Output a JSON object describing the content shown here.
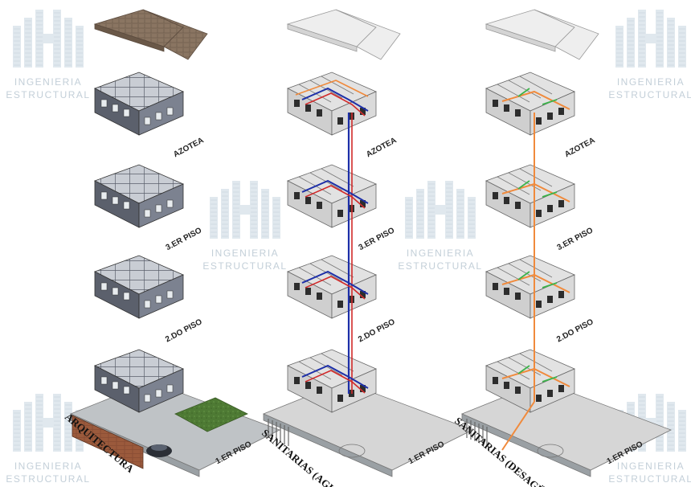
{
  "watermark": {
    "line1": "INGENIERIA",
    "line2": "ESTRUCTURAL"
  },
  "columns": [
    {
      "title": "ARQUITECTURA",
      "floors": [
        "AZOTEA",
        "3.ER PISO",
        "2.DO PISO",
        "1.ER PISO"
      ]
    },
    {
      "title": "SANITARIAS (AGUA)",
      "floors": [
        "AZOTEA",
        "3.ER PISO",
        "2.DO PISO",
        "1.ER PISO"
      ]
    },
    {
      "title": "SANITARIAS (DESAGÜE)",
      "floors": [
        "AZOTEA",
        "3.ER PISO",
        "2.DO PISO",
        "1.ER PISO"
      ]
    }
  ],
  "colors": {
    "roof": "#8a7562",
    "roof_white": "#eeeeee",
    "water_cold": "#1d2fa8",
    "water_hot": "#d12a2a",
    "drain": "#f08a3c",
    "vent": "#3cb34a",
    "grass": "#4e7a34",
    "brick": "#9b5a3c",
    "wall_dark": "#4a4f5c",
    "wall_light": "#d8d8d8"
  }
}
